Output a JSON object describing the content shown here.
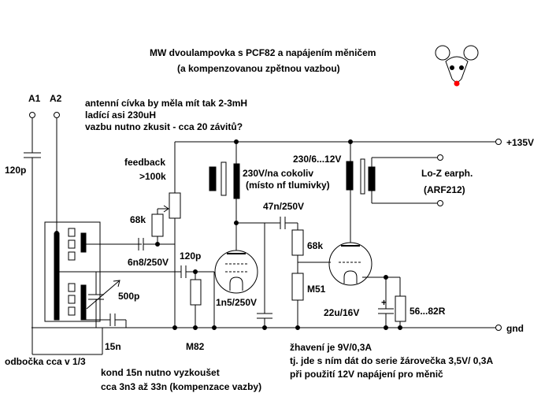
{
  "title": "MW dvoulampovka s PCF82 a napájením měničem",
  "subtitle": "(a kompenzovanou zpětnou vazbou)",
  "notes": {
    "antenna_1": "antenní cívka by měla mít tak 2-3mH",
    "antenna_2": "ladící asi 230uH",
    "antenna_3": "vazbu nutno zkusit - cca 20 závitů?",
    "tap": "odbočka cca v 1/3",
    "cap_1": "kond 15n nutno vyzkoušet",
    "cap_2": "cca 3n3 až 33n (kompenzace vazby)",
    "heater_1": "žhavení je 9V/0,3A",
    "heater_2": "tj. jde s ním dát do serie žárovečka 3,5V/ 0,3A",
    "heater_3": "při použití 12V napájení pro měnič"
  },
  "labels": {
    "a1": "A1",
    "a2": "A2",
    "c_120p_ant": "120p",
    "feedback": "feedback",
    "feedback_val": ">100k",
    "r_68k_1": "68k",
    "c_6n8": "6n8/250V",
    "c_120p_grid": "120p",
    "c_500p": "500p",
    "c_15n": "15n",
    "r_m82": "M82",
    "c_1n5": "1n5/250V",
    "choke": "230V/na cokoliv",
    "choke_sub": "(místo nf tlumivky)",
    "c_47n": "47n/250V",
    "r_68k_2": "68k",
    "r_m51": "M51",
    "transformer": "230/6...12V",
    "earphone": "Lo-Z earph.",
    "earphone_sub": "(ARF212)",
    "c_22u": "22u/16V",
    "r_56": "56...82R",
    "plus_v": "+135V",
    "gnd": "gnd"
  },
  "colors": {
    "wire": "#000000",
    "mouse_nose": "#ff0000",
    "core": "#000000"
  }
}
